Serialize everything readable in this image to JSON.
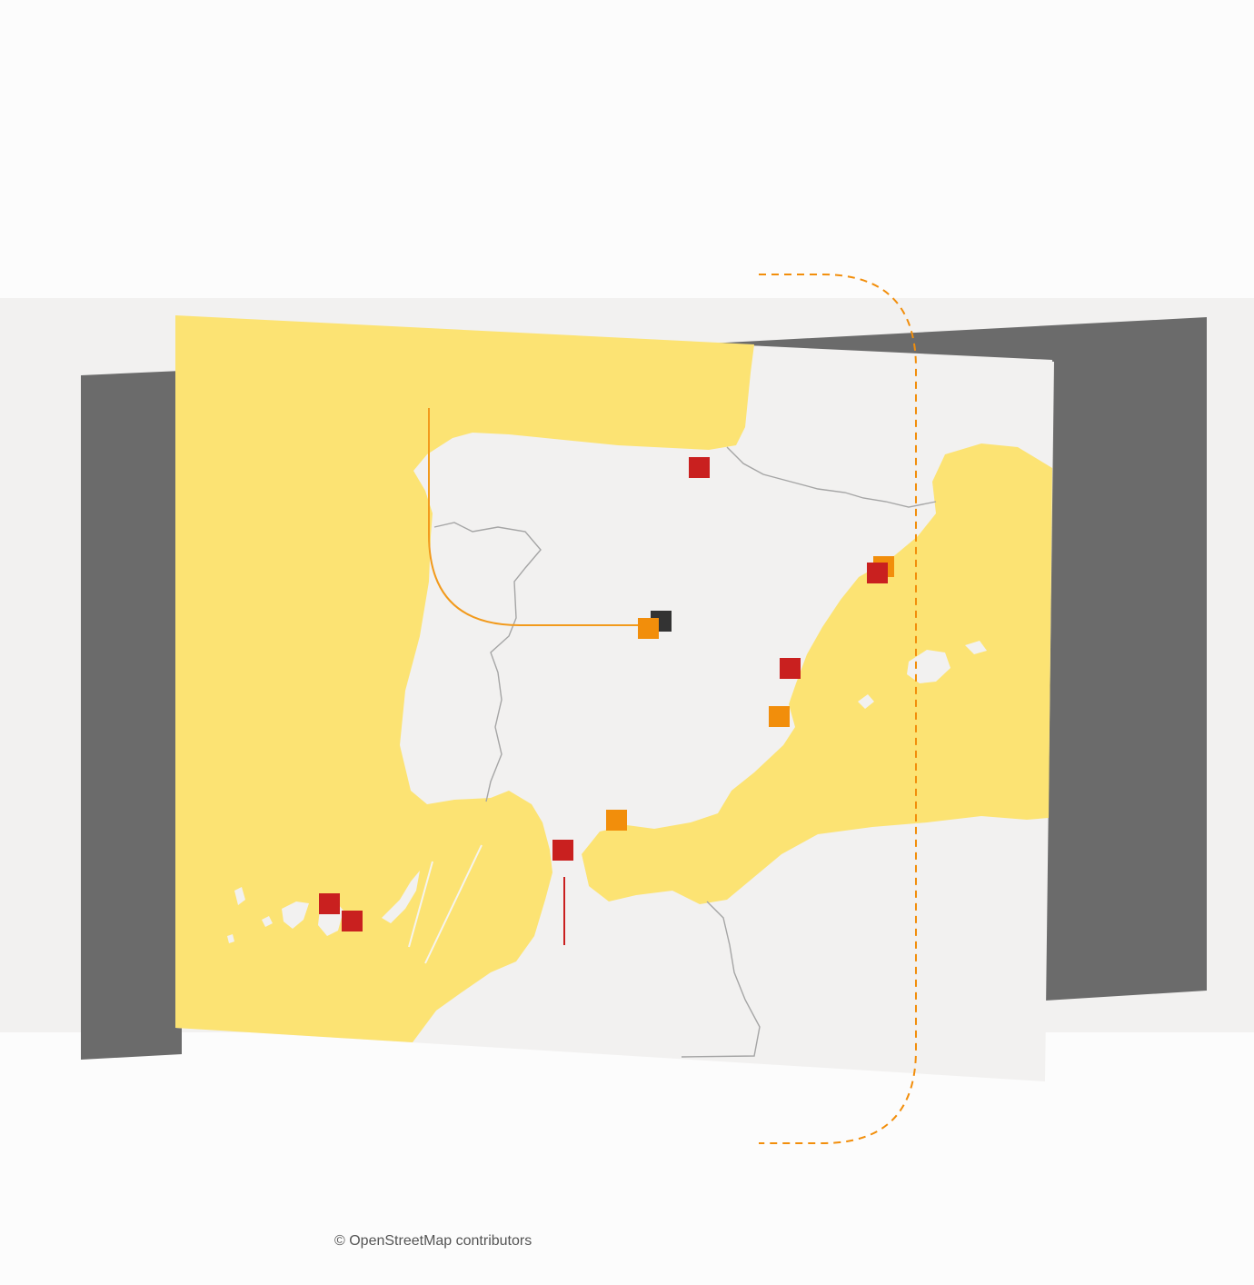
{
  "attribution": "© OpenStreetMap contributors",
  "colors": {
    "band": "#f2f1f0",
    "panel_dark": "#6b6b6b",
    "land": "#f2f1f0",
    "sea": "#fce373",
    "border": "#a5a5a5",
    "marker_red": "#c9201f",
    "marker_orange": "#f28e0b",
    "marker_dark": "#333333",
    "route_orange": "#f29a1c"
  },
  "markers": [
    {
      "name": "marker-bilbao",
      "color": "marker_red"
    },
    {
      "name": "marker-barcelona-orange",
      "color": "marker_orange"
    },
    {
      "name": "marker-barcelona-red",
      "color": "marker_red"
    },
    {
      "name": "marker-madrid-dark",
      "color": "marker_dark"
    },
    {
      "name": "marker-madrid-orange",
      "color": "marker_orange"
    },
    {
      "name": "marker-valencia",
      "color": "marker_red"
    },
    {
      "name": "marker-alicante",
      "color": "marker_orange"
    },
    {
      "name": "marker-malaga",
      "color": "marker_orange"
    },
    {
      "name": "marker-gibraltar",
      "color": "marker_red"
    },
    {
      "name": "marker-canary-1",
      "color": "marker_red"
    },
    {
      "name": "marker-canary-2",
      "color": "marker_red"
    }
  ]
}
